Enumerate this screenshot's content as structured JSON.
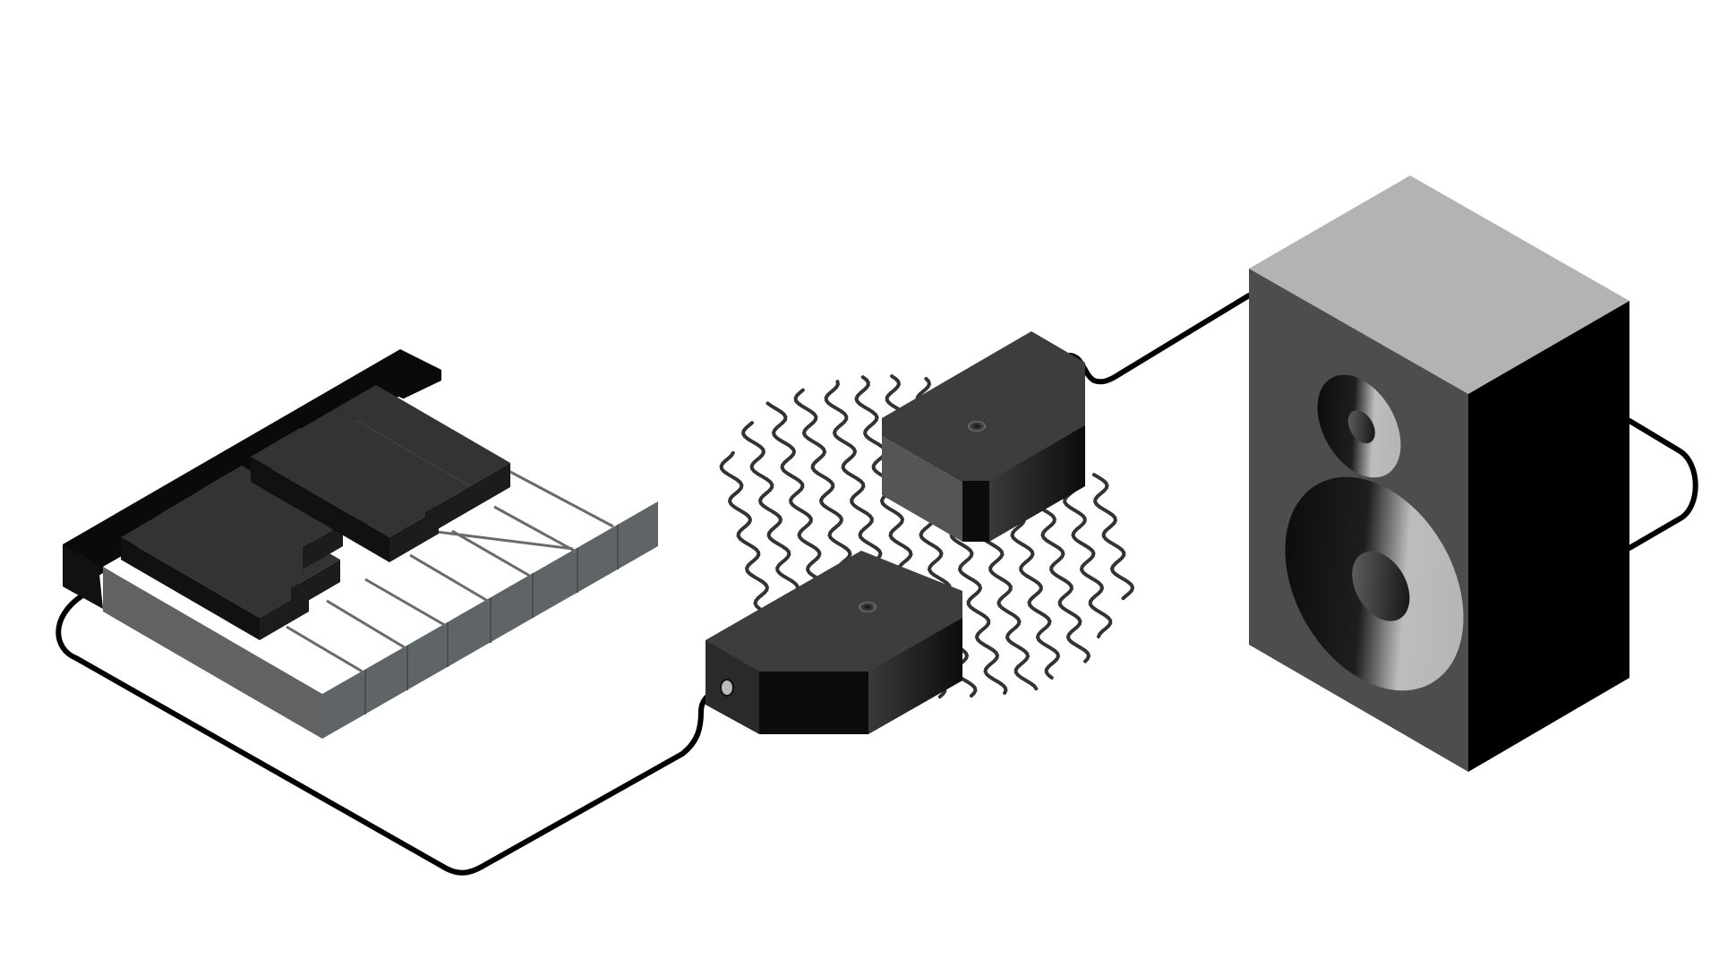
{
  "diagram": {
    "components": [
      {
        "id": "keyboard",
        "kind": "piano keyboard",
        "white_keys": 8,
        "black_keys": 5
      },
      {
        "id": "transmitter",
        "kind": "wireless transmitter box",
        "ports": 1
      },
      {
        "id": "receiver",
        "kind": "wireless receiver box",
        "ports": 1
      },
      {
        "id": "speaker",
        "kind": "loudspeaker cabinet",
        "drivers": 2
      }
    ],
    "connections": [
      {
        "from": "keyboard",
        "to": "transmitter",
        "type": "cable"
      },
      {
        "from": "transmitter",
        "to": "receiver",
        "type": "wireless"
      },
      {
        "from": "receiver",
        "to": "speaker",
        "type": "cable"
      },
      {
        "from": "speaker",
        "to": "speaker",
        "type": "power cable loop"
      }
    ],
    "colors": {
      "background": "#ffffff",
      "cable": "#000000",
      "wave": "#333333",
      "box_top": "#3d3d3d",
      "box_dark": "#0f0f0f",
      "speaker_top": "#b3b3b3",
      "speaker_front": "#4d4d4d",
      "speaker_side": "#000000"
    }
  }
}
